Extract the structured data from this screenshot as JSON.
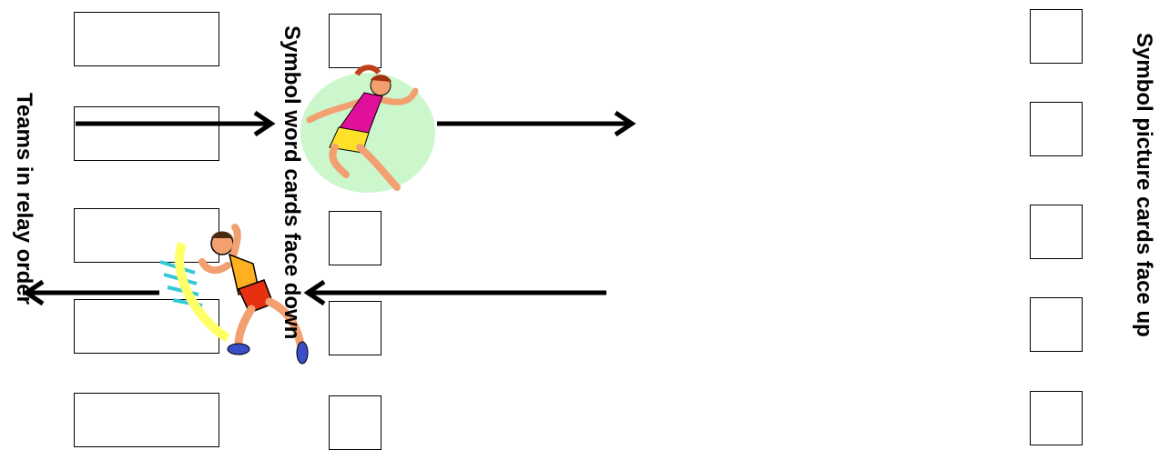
{
  "labels": {
    "teams": "Teams in relay order",
    "word_cards": "Symbol word cards face down",
    "picture_cards": "Symbol picture cards face up"
  },
  "colors": {
    "line": "#000000",
    "runner1_glow": "#ccf7cc",
    "runner1_shirt": "#e0109a",
    "runner1_shorts": "#ffe12a",
    "runner2_glow": "#ffff66",
    "runner2_shirt": "#ffb020",
    "runner2_shorts": "#e63010",
    "skin": "#f2a070",
    "shoe": "#3a4ec8",
    "speed_lines": "#33c9d8"
  },
  "icons": [
    "female-runner-icon",
    "male-runner-icon",
    "right-arrow-icon",
    "left-arrow-icon"
  ]
}
